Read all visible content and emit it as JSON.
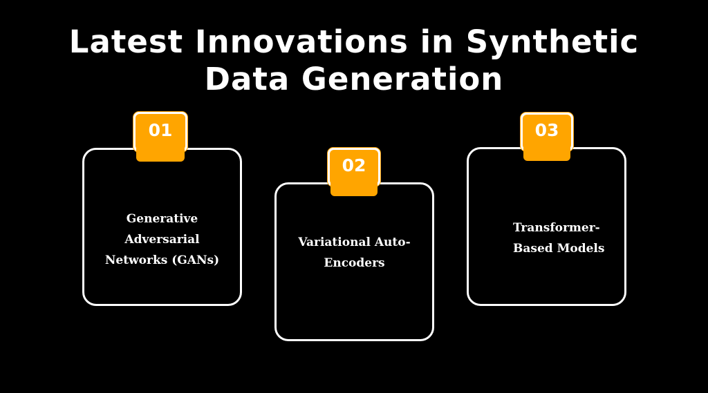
{
  "title": {
    "line1": "Latest Innovations in Synthetic",
    "line2": "Data Generation"
  },
  "colors": {
    "background": "#000000",
    "accent": "#ffa500",
    "border": "#ffffff",
    "text": "#ffffff"
  },
  "steps": [
    {
      "number": "01",
      "lines": [
        "Generative",
        "Adversarial",
        "Networks (GANs)"
      ]
    },
    {
      "number": "02",
      "lines": [
        "Variational Auto-",
        "Encoders"
      ]
    },
    {
      "number": "03",
      "lines": [
        "Transformer-",
        "Based Models"
      ]
    }
  ]
}
